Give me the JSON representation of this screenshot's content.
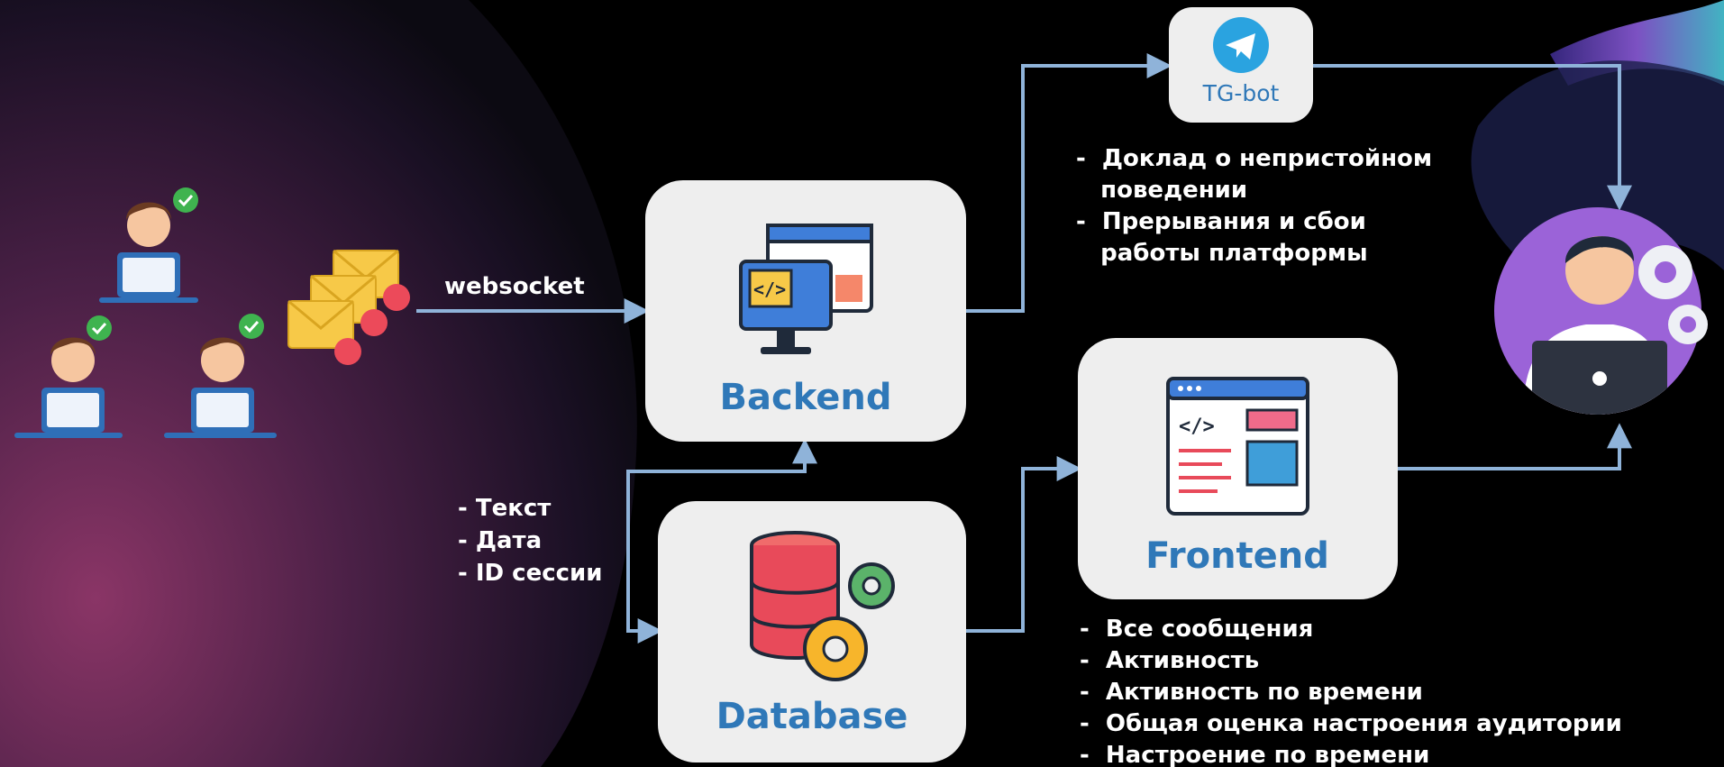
{
  "nodes": {
    "backend": {
      "label": "Backend"
    },
    "database": {
      "label": "Database"
    },
    "frontend": {
      "label": "Frontend"
    },
    "tgbot": {
      "label": "TG-bot"
    }
  },
  "edges": {
    "websocket_label": "websocket"
  },
  "notes": {
    "db_fields": [
      "- Текст",
      "- Дата",
      "- ID сессии"
    ],
    "bot_items": [
      "-  Доклад о непристойном",
      "   поведении",
      "-  Прерывания и сбои",
      "   работы платформы"
    ],
    "frontend_items": [
      "-  Все сообщения",
      "-  Активность",
      "-  Активность по времени",
      "-  Общая оценка настроения аудитории",
      "-  Настроение по времени"
    ]
  },
  "colors": {
    "arrow": "#8fb3d9",
    "box_bg": "#eeeeee",
    "box_title": "#2f78b8",
    "glow_center": "#6e2b5c",
    "admin_circle": "#9b63d8"
  }
}
